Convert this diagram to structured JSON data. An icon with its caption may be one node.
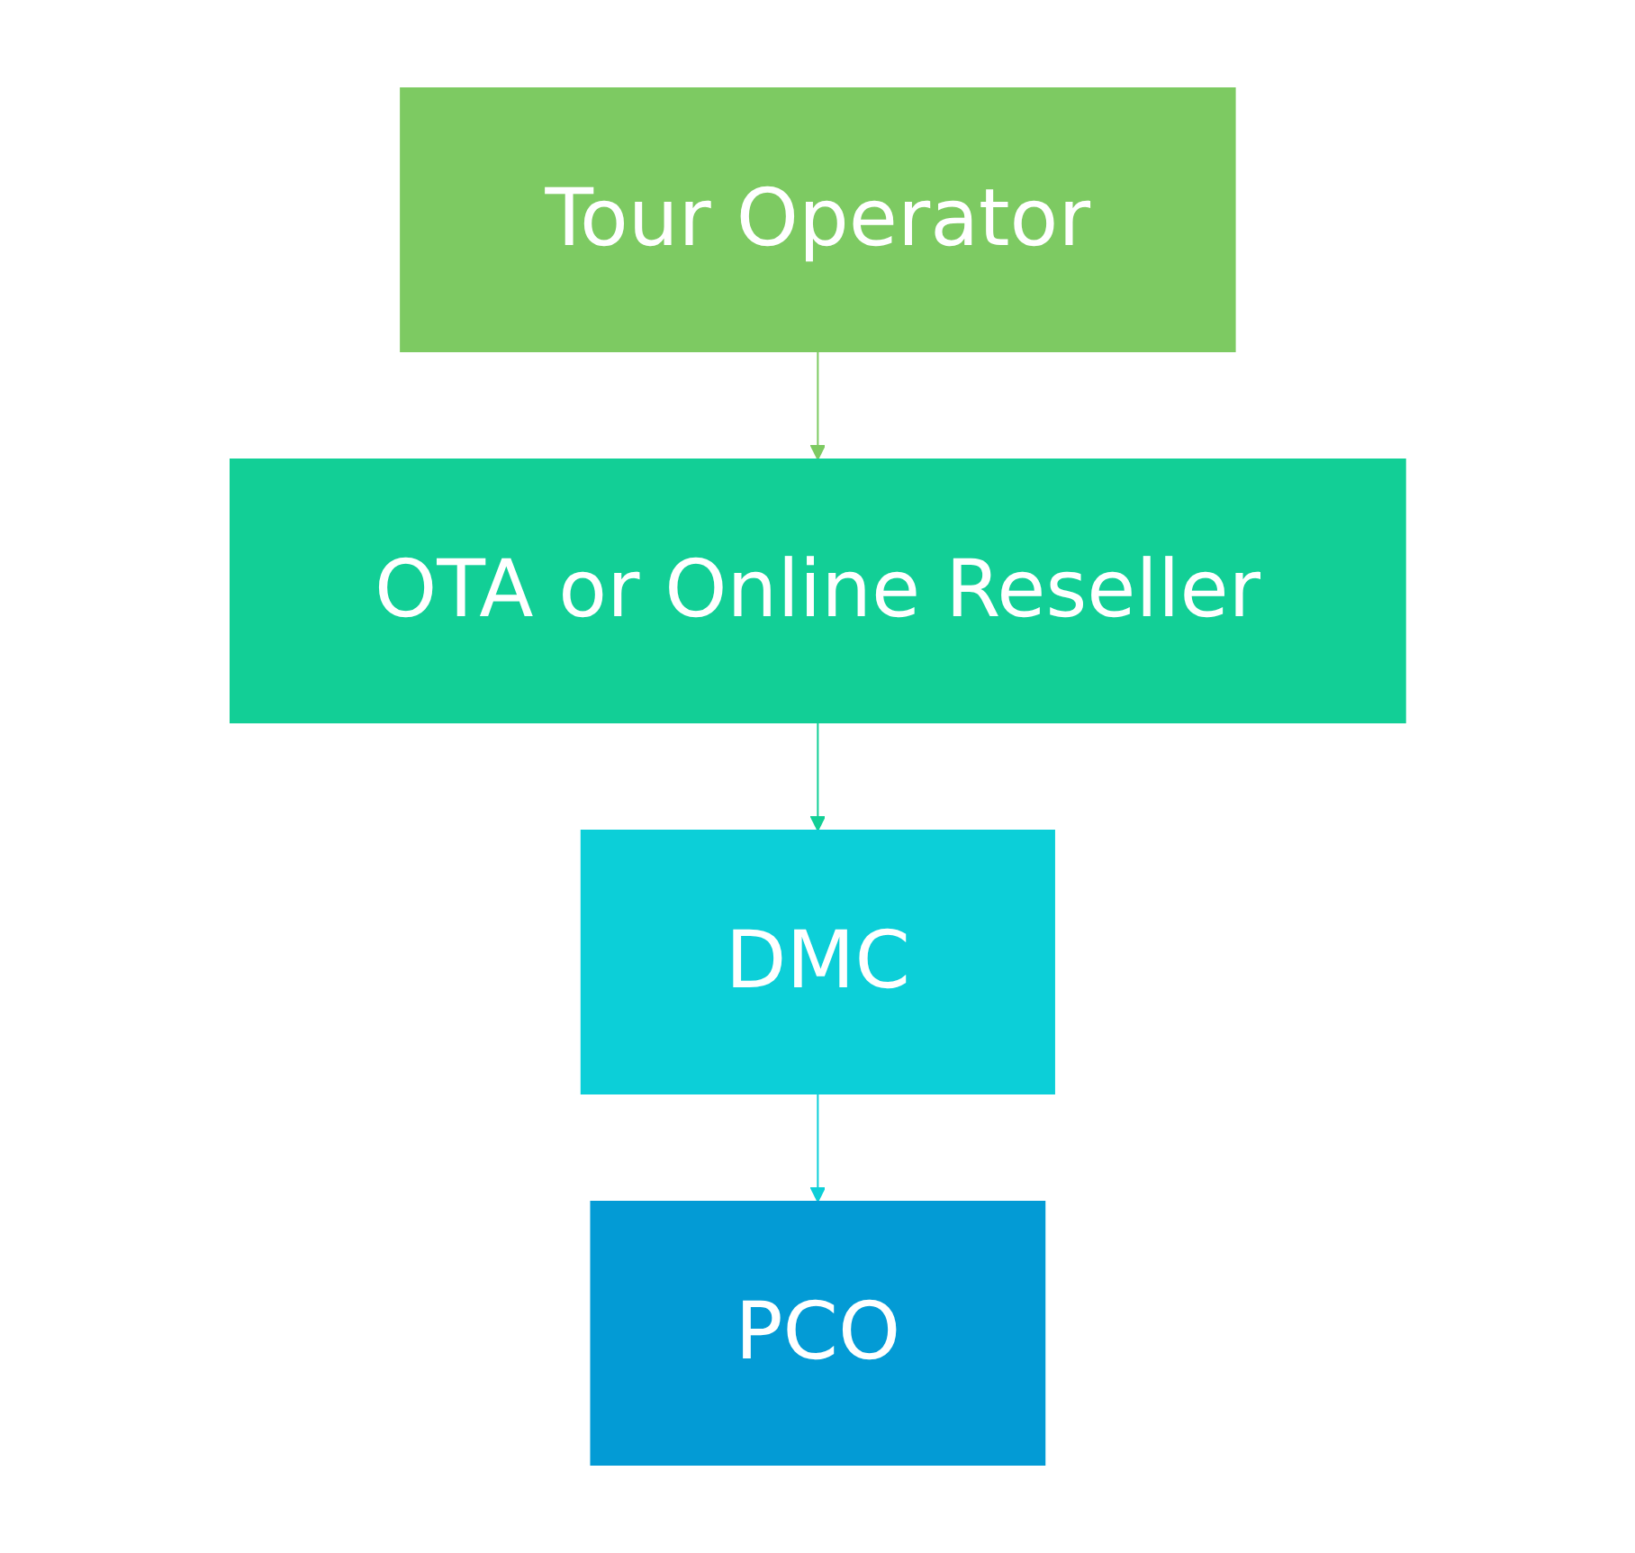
{
  "diagram": {
    "nodes": [
      {
        "text": [
          "Tour Operator"
        ]
      },
      {
        "text": [
          "OTA or Online Reseller"
        ]
      },
      {
        "text": [
          "DMC"
        ]
      },
      {
        "text": [
          "PCO"
        ]
      }
    ],
    "edges": [
      {
        "from": 0,
        "to": 1,
        "arrow": "to",
        "color": "#7dca62"
      },
      {
        "from": 1,
        "to": 2,
        "arrow": "to",
        "color": "#12cf96"
      },
      {
        "from": 2,
        "to": 3,
        "arrow": "to",
        "color": "#0ccfd8"
      }
    ]
  }
}
